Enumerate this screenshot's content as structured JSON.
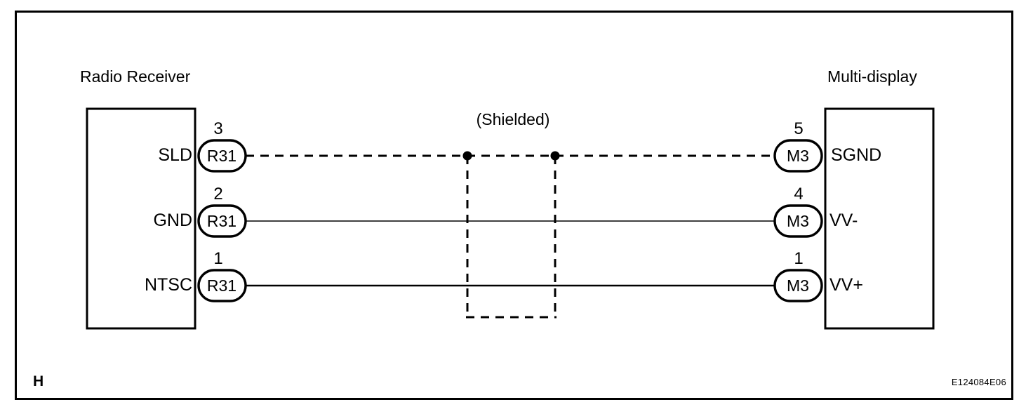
{
  "diagram": {
    "type": "wiring-diagram",
    "figure_code": "E124084E06",
    "corner_letter": "H",
    "shield_label": "(Shielded)",
    "left_unit": {
      "title": "Radio Receiver",
      "connector_code": "R31"
    },
    "right_unit": {
      "title": "Multi-display",
      "connector_code": "M3"
    },
    "rows": [
      {
        "left_pin_name": "SLD",
        "left_pin_number": "3",
        "left_connector": "R31",
        "right_pin_number": "5",
        "right_connector": "M3",
        "right_pin_name": "SGND",
        "wire_style": "dashed"
      },
      {
        "left_pin_name": "GND",
        "left_pin_number": "2",
        "left_connector": "R31",
        "right_pin_number": "4",
        "right_connector": "M3",
        "right_pin_name": "VV-",
        "wire_style": "thin-solid"
      },
      {
        "left_pin_name": "NTSC",
        "left_pin_number": "1",
        "left_connector": "R31",
        "right_pin_number": "1",
        "right_connector": "M3",
        "right_pin_name": "VV+",
        "wire_style": "solid"
      }
    ],
    "shield_junctions": 2,
    "colors": {
      "line": "#000000",
      "background": "#ffffff"
    }
  }
}
